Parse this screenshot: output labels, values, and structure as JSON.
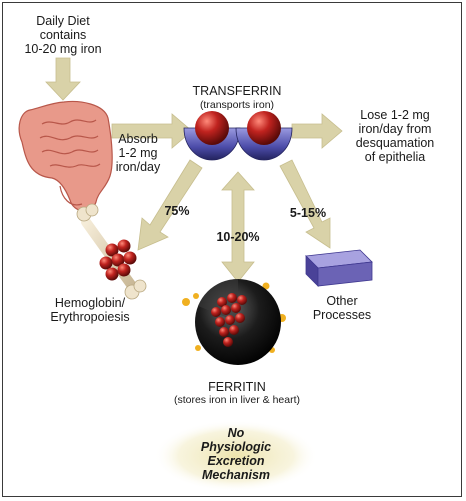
{
  "diet": {
    "line1": "Daily Diet",
    "line2": "contains",
    "line3": "10-20 mg iron"
  },
  "transferrin": {
    "title": "TRANSFERRIN",
    "subtitle": "(transports iron)"
  },
  "absorb": {
    "line1": "Absorb",
    "line2": "1-2 mg",
    "line3": "iron/day"
  },
  "lose": {
    "line1": "Lose 1-2 mg",
    "line2": "iron/day from",
    "line3": "desquamation",
    "line4": "of epithelia"
  },
  "pct_hemoglobin": "75%",
  "pct_ferritin": "10-20%",
  "pct_other": "5-15%",
  "hemoglobin": {
    "line1": "Hemoglobin/",
    "line2": "Erythropoiesis"
  },
  "other": {
    "line1": "Other",
    "line2": "Processes"
  },
  "ferritin": {
    "title": "FERRITIN",
    "subtitle": "(stores iron in liver & heart)"
  },
  "excretion": {
    "line1": "No",
    "line2": "Physiologic",
    "line3": "Excretion",
    "line4": "Mechanism"
  },
  "colors": {
    "arrow": "#d9d2a8",
    "iron": "#c0231f",
    "transferrin_cup": "#4b4ba8",
    "intestine": "#e8998a",
    "ferritin_shell": "#1c1c1c",
    "box": "#6b63b5"
  },
  "icons": [
    "intestine-icon",
    "bone-icon",
    "iron-atom-icon",
    "ferritin-sphere-icon",
    "process-box-icon"
  ]
}
